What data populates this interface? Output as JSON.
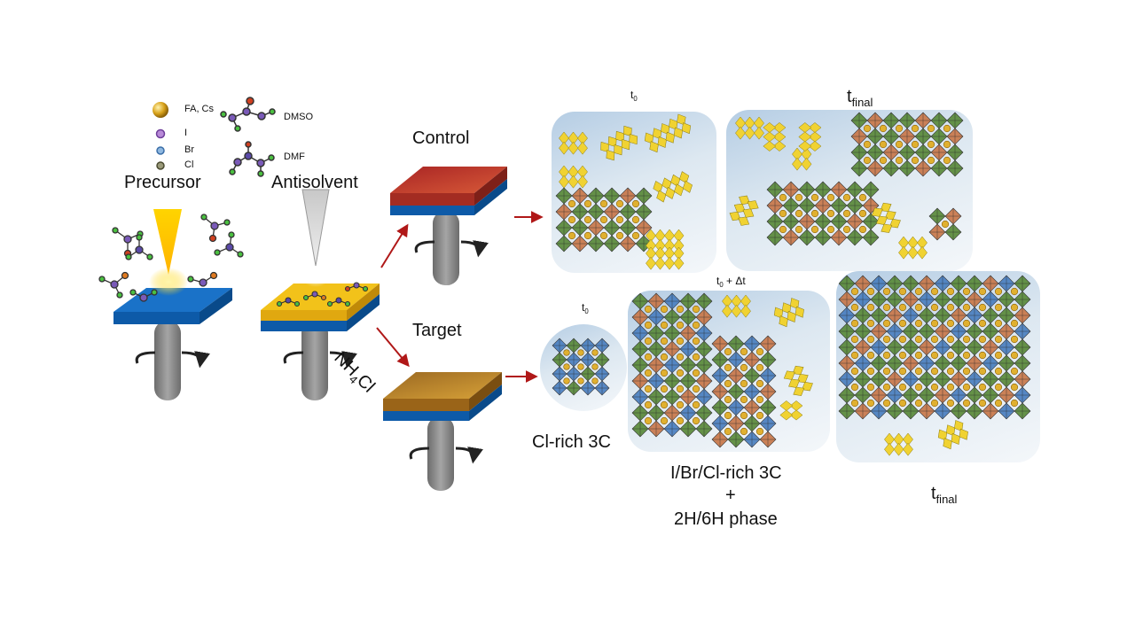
{
  "legend": {
    "items": [
      {
        "symbol": "FA, Cs",
        "color": "#d8a21a"
      },
      {
        "symbol": "I",
        "color": "#9b6bc0"
      },
      {
        "symbol": "Br",
        "color": "#5d8fc4"
      },
      {
        "symbol": "Cl",
        "color": "#6b6e4a"
      }
    ],
    "molecules": [
      {
        "label": "DMSO"
      },
      {
        "label": "DMF"
      }
    ]
  },
  "steps": {
    "precursor": "Precursor",
    "antisolvent": "Antisolvent",
    "control": "Control",
    "target": "Target",
    "additive_main": "NH",
    "additive_sub": "4",
    "additive_tail": "Cl"
  },
  "control_row": {
    "t0_main": "t",
    "t0_sub": "0",
    "tfinal_main": "t",
    "tfinal_sub": "final"
  },
  "target_row": {
    "t0_main": "t",
    "t0_sub": "0",
    "tdt_main": "t",
    "tdt_sub": "0",
    "tdt_tail": " + Δt",
    "tfinal_main": "t",
    "tfinal_sub": "final",
    "phase1": "Cl-rich 3C",
    "phase2_line1": "I/Br/Cl-rich 3C",
    "phase2_line2": "+",
    "phase2_line3": "2H/6H phase"
  },
  "colors": {
    "substrate_blue": "#1a6fc0",
    "film_yellow": "#f2c21a",
    "film_red": "#c23a2a",
    "film_orange": "#c48428",
    "arrow_red": "#b01818",
    "octa_green": "#5a8a3a",
    "octa_orange": "#c9784a",
    "octa_blue": "#4a7fc0",
    "hex_yellow": "#f0d232"
  }
}
